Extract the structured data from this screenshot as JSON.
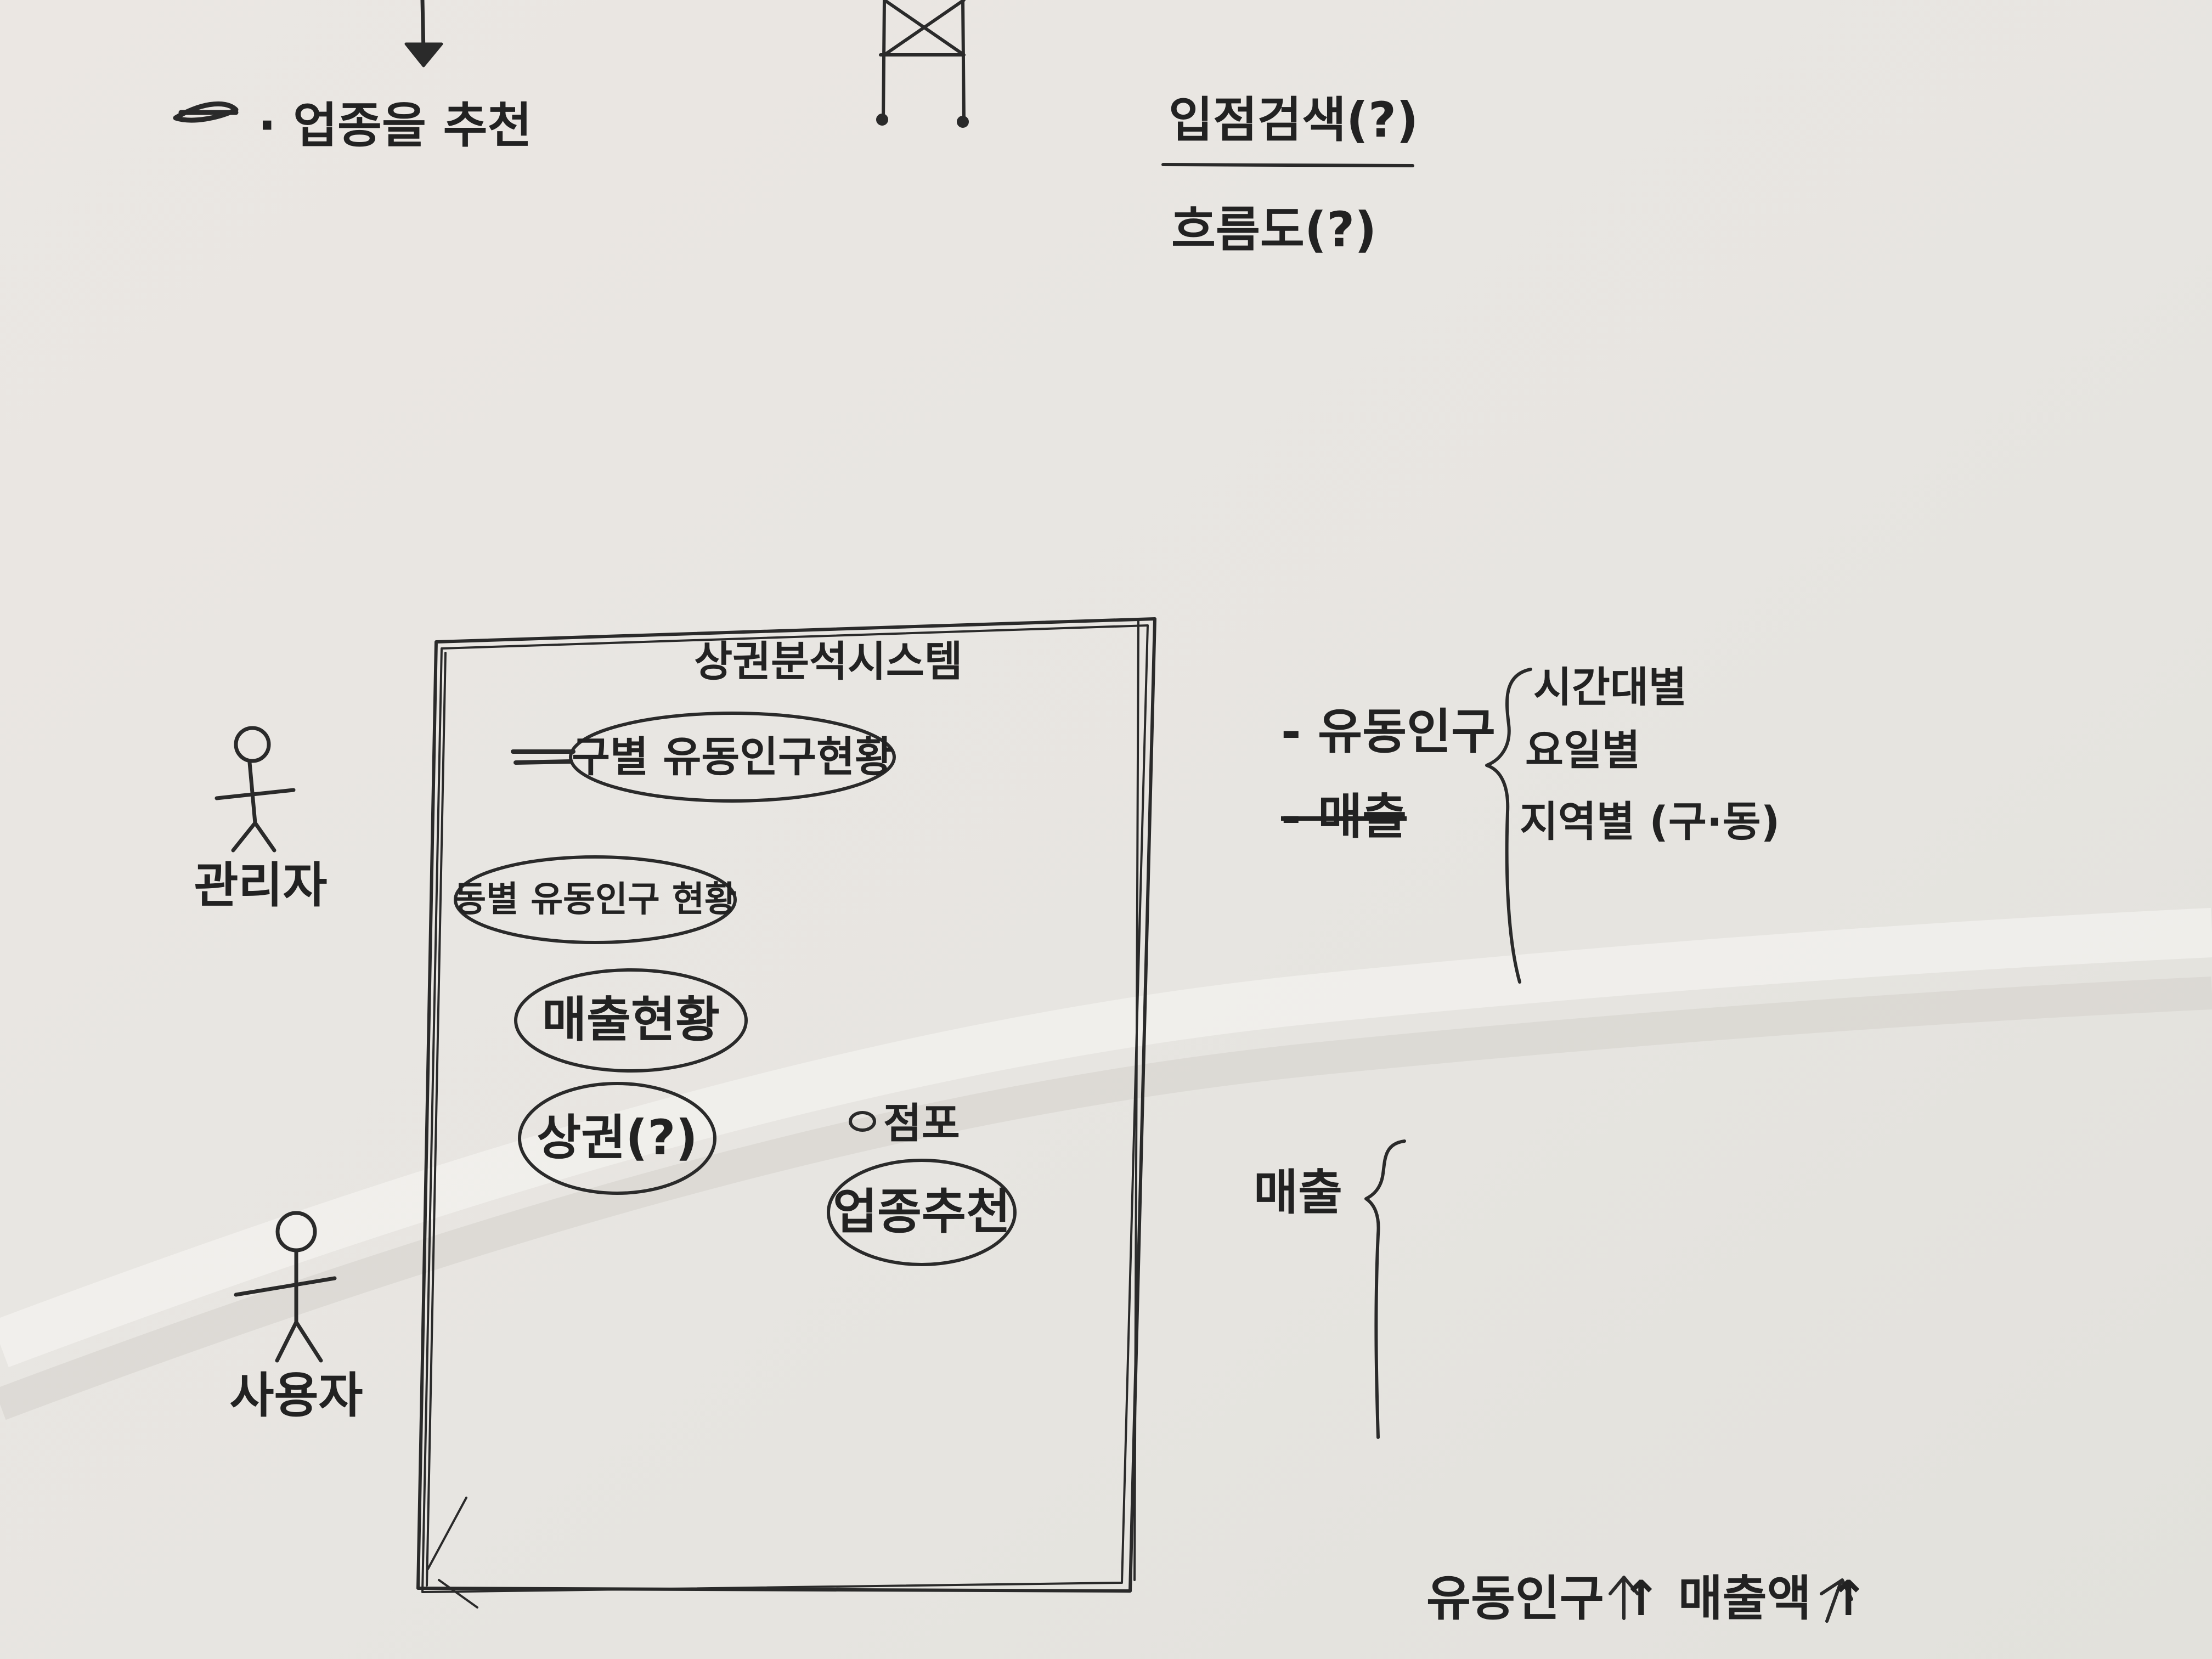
{
  "top": {
    "recommend": "· 업종을 추천",
    "search": "입점검색(?)",
    "flowchart": "흐름도(?)"
  },
  "system": {
    "title": "상권분석시스템",
    "usecases": [
      "구별 유동인구현황",
      "동별 유동인구 현황",
      "매출현황",
      "상권(?)",
      "업종추천"
    ],
    "ext_label": "점포"
  },
  "actors": {
    "admin": "관리자",
    "user": "사용자"
  },
  "notes": {
    "population": "- 유동인구",
    "sales_crossed": "- 매출",
    "breakdown": [
      "시간대별",
      "요일별",
      "지역별 (구·동)"
    ],
    "sales": "매출",
    "bottom": "유동인구 ↑ 매출액 ↑"
  }
}
